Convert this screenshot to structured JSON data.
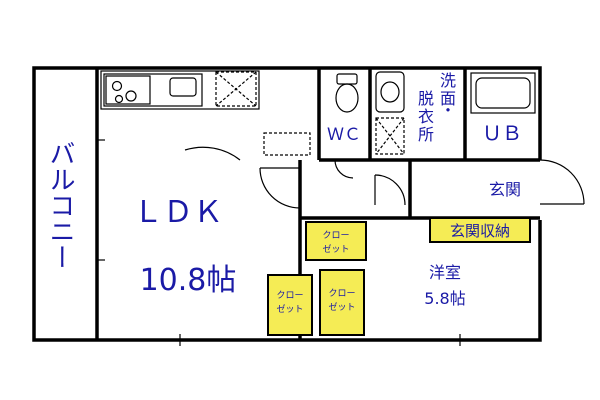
{
  "rooms": {
    "balcony": "バルコニー",
    "ldk": "ＬＤＫ",
    "ldk_size": "10.8帖",
    "wc": "ＷＣ",
    "washroom": [
      "洗",
      "面",
      "・",
      "脱",
      "衣",
      "所"
    ],
    "ub": "ＵＢ",
    "entrance": "玄関",
    "entrance_storage": "玄関収納",
    "western_room": "洋室",
    "western_size": "5.8帖"
  },
  "closets": {
    "closet_1": [
      "クロー",
      "ゼット"
    ],
    "closet_2": [
      "クロー",
      "ゼット"
    ],
    "closet_3": [
      "クロー",
      "ゼット"
    ]
  },
  "colors": {
    "label_blue": "#1a1aa6",
    "closet_yellow": "#f5ec55"
  }
}
